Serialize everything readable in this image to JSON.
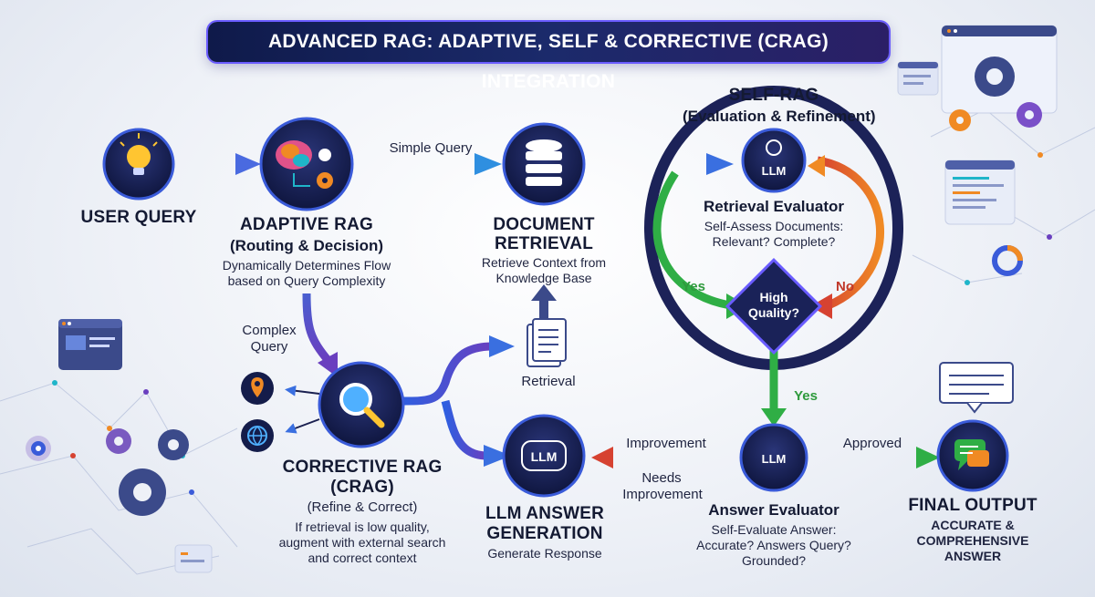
{
  "title": "ADVANCED RAG: ADAPTIVE, SELF & CORRECTIVE (CRAG) INTEGRATION",
  "user_query": {
    "label": "USER QUERY"
  },
  "adaptive": {
    "title": "ADAPTIVE RAG",
    "subtitle": "(Routing & Decision)",
    "desc1": "Dynamically Determines Flow",
    "desc2": "based on Query Complexity"
  },
  "edges": {
    "simple_query": "Simple Query",
    "complex_query_1": "Complex",
    "complex_query_2": "Query",
    "retrieval": "Retrieval",
    "yes_left": "Yes",
    "no_right": "No",
    "yes_down": "Yes",
    "improvement": "Improvement",
    "needs_improvement_1": "Needs",
    "needs_improvement_2": "Improvement",
    "approved": "Approved"
  },
  "document_retrieval": {
    "title1": "DOCUMENT",
    "title2": "RETRIEVAL",
    "desc1": "Retrieve Context from",
    "desc2": "Knowledge Base"
  },
  "self_rag": {
    "title": "SELF-RAG",
    "subtitle": "(Evaluation & Refinement)",
    "evaluator_title": "Retrieval Evaluator",
    "evaluator_desc1": "Self-Assess Documents:",
    "evaluator_desc2": "Relevant? Complete?",
    "decision_1": "High",
    "decision_2": "Quality?"
  },
  "llm_badge": "LLM",
  "crag": {
    "title1": "CORRECTIVE RAG",
    "title2": "(CRAG)",
    "subtitle": "(Refine & Correct)",
    "desc1": "If retrieval is low quality,",
    "desc2": "augment with external search",
    "desc3": "and correct context"
  },
  "generation": {
    "title1": "LLM ANSWER",
    "title2": "GENERATION",
    "desc": "Generate Response"
  },
  "answer_evaluator": {
    "title": "Answer Evaluator",
    "desc1": "Self-Evaluate Answer:",
    "desc2": "Accurate? Answers Query?",
    "desc3": "Grounded?"
  },
  "final_output": {
    "title": "FINAL OUTPUT",
    "desc1": "ACCURATE &",
    "desc2": "COMPREHENSIVE",
    "desc3": "ANSWER"
  },
  "colors": {
    "navy": "#141c4a",
    "arrow_blue": "#3a5bd9",
    "arrow_purple": "#6a3fbf",
    "yes_green": "#2fae45",
    "no_red": "#d64231",
    "orange": "#f08a24",
    "teal": "#1fb5c9"
  },
  "icons": [
    "lightbulb-icon",
    "brain-gear-icon",
    "database-icon",
    "llm-chip-icon",
    "magnifier-icon",
    "location-pin-icon",
    "globe-icon",
    "document-icon",
    "chat-bubble-icon",
    "gear-icon",
    "dashboard-window-icon",
    "donut-chart-icon"
  ]
}
